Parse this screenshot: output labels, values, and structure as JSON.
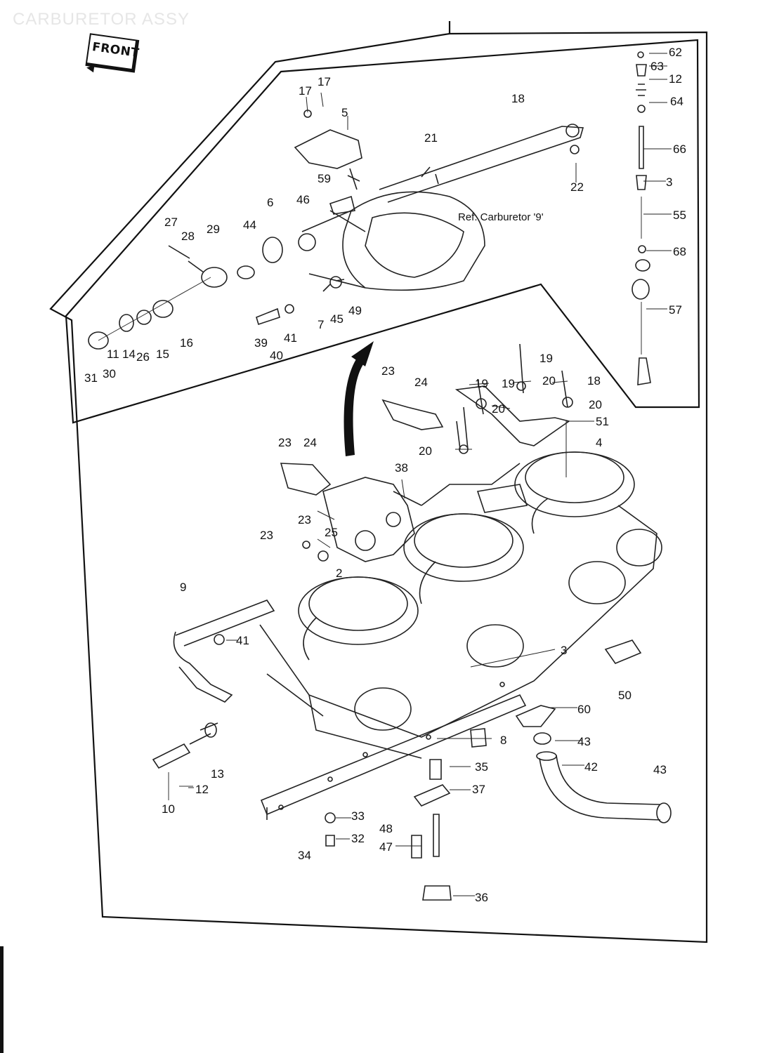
{
  "header": {
    "title": "CARBURETOR ASSY"
  },
  "orientation": {
    "front_label": "FRONT"
  },
  "reference_note": "Ref. Carburetor '9'",
  "callouts": {
    "c62": "62",
    "c63": "63",
    "c12a": "12",
    "c64": "64",
    "c66": "66",
    "c3a": "3",
    "c55": "55",
    "c68": "68",
    "c57": "57",
    "c18a": "18",
    "c21": "21",
    "c22": "22",
    "c17a": "17",
    "c17b": "17",
    "c5": "5",
    "c59": "59",
    "c6": "6",
    "c46": "46",
    "c44": "44",
    "c27": "27",
    "c28": "28",
    "c29": "29",
    "c7": "7",
    "c45": "45",
    "c49": "49",
    "c39": "39",
    "c40": "40",
    "c41a": "41",
    "c16a": "16",
    "c15": "15",
    "c26a": "26",
    "c14": "14",
    "c11": "11",
    "c31": "31",
    "c30": "30",
    "c23a": "23",
    "c24a": "24",
    "c19a": "19",
    "c19b": "19",
    "c20a": "20",
    "c19c": "19",
    "c18b": "18",
    "c20b": "20",
    "c20c": "20",
    "c20d": "20",
    "c51": "51",
    "c4": "4",
    "c23b": "23",
    "c24b": "24",
    "c38": "38",
    "c23c": "23",
    "c25": "25",
    "c23d": "23",
    "c2": "2",
    "c9": "9",
    "c41b": "41",
    "c3b": "3",
    "c50": "50",
    "c60": "60",
    "c8": "8",
    "c43a": "43",
    "c42": "42",
    "c43b": "43",
    "c35": "35",
    "c37": "37",
    "c13": "13",
    "c12b": "12",
    "c10": "10",
    "c33": "33",
    "c48": "48",
    "c32": "32",
    "c47": "47",
    "c34": "34",
    "c36": "36"
  }
}
